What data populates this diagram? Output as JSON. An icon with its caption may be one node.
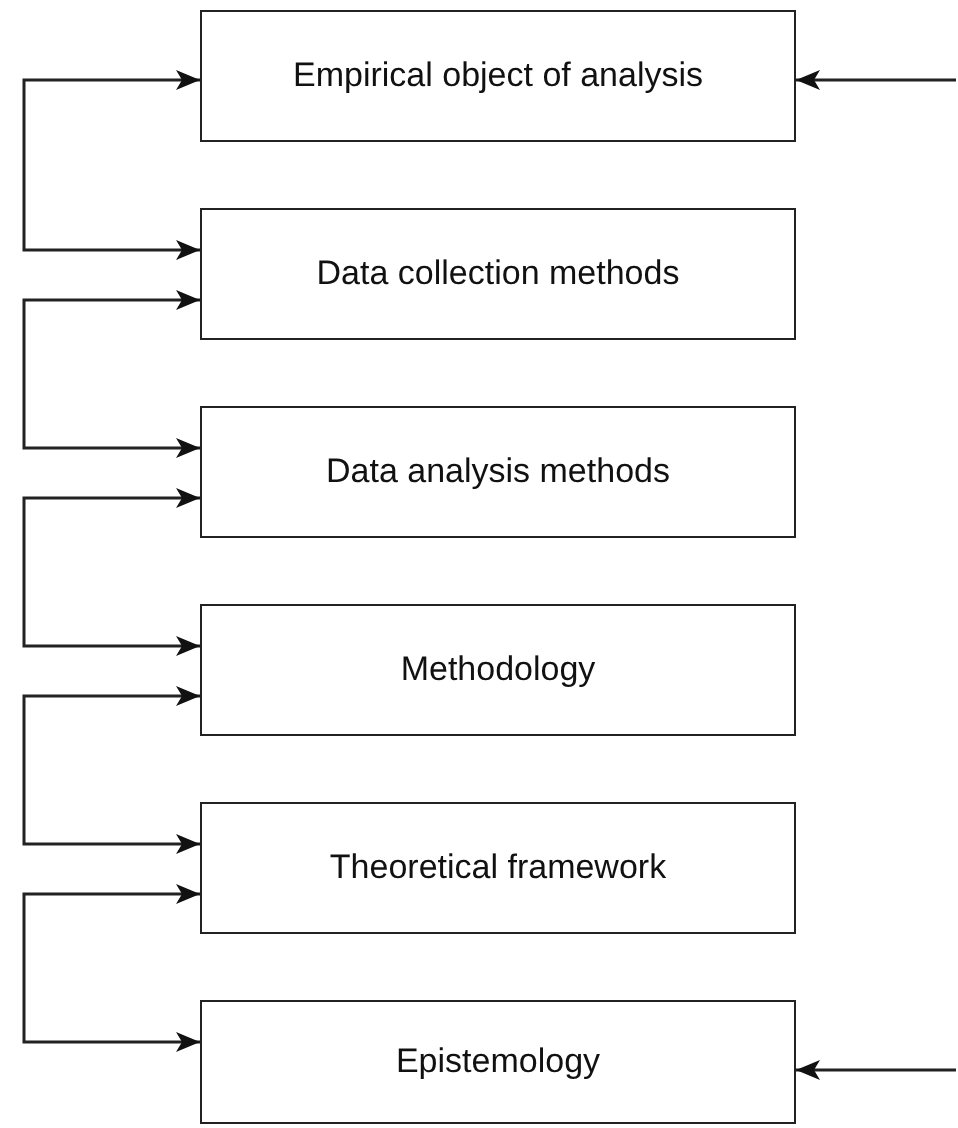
{
  "diagram": {
    "nodes": [
      {
        "text": [
          "Empirical object of analysis"
        ]
      },
      {
        "text": [
          "Data collection methods"
        ]
      },
      {
        "text": [
          "Data analysis methods"
        ]
      },
      {
        "text": [
          "Methodology"
        ]
      },
      {
        "text": [
          "Theoretical framework"
        ]
      },
      {
        "text": [
          "Epistemology"
        ]
      }
    ],
    "edges": [
      {
        "from": 0,
        "to": 1,
        "arrow": "both"
      },
      {
        "from": 1,
        "to": 2,
        "arrow": "both"
      },
      {
        "from": 2,
        "to": 3,
        "arrow": "both"
      },
      {
        "from": 3,
        "to": 4,
        "arrow": "both"
      },
      {
        "from": 4,
        "to": 5,
        "arrow": "both"
      },
      {
        "from": null,
        "to": 0,
        "arrow": "to"
      },
      {
        "from": null,
        "to": 5,
        "arrow": "to"
      }
    ]
  }
}
